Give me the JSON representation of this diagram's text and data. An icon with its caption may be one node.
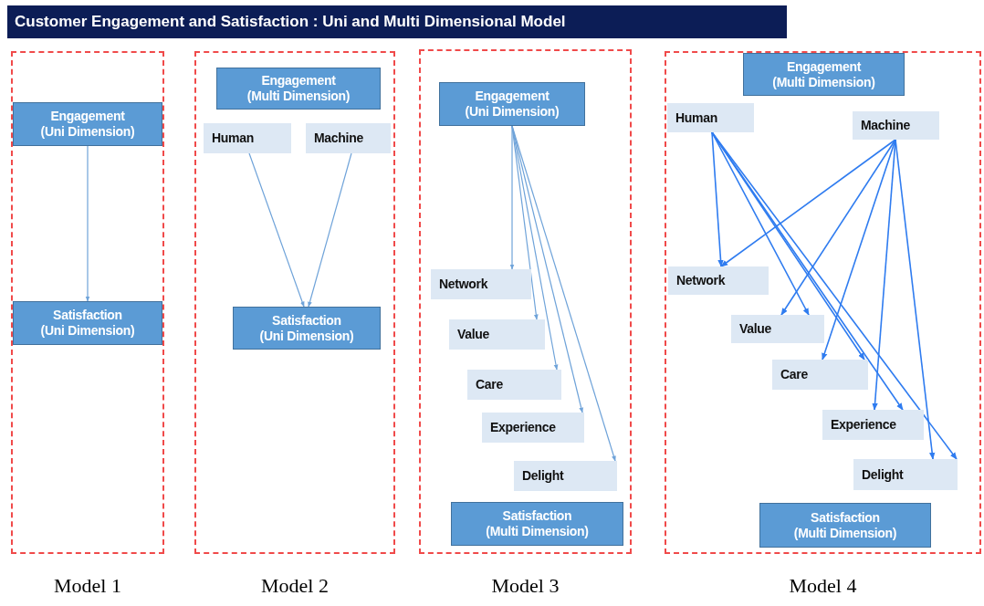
{
  "diagram": {
    "title": "Customer Engagement and Satisfaction : Uni and Multi Dimensional Model",
    "nodes": [
      {
        "text": [
          "Model 1"
        ]
      },
      {
        "text": [
          "Engagement (Uni Dimension)"
        ],
        "in": 0
      },
      {
        "text": [
          "Satisfaction (Uni Dimension)"
        ],
        "in": 0
      },
      {
        "text": [
          "Model 2"
        ]
      },
      {
        "text": [
          "Engagement (Multi Dimension)"
        ],
        "in": 3
      },
      {
        "text": [
          "Human"
        ],
        "in": 3
      },
      {
        "text": [
          "Machine"
        ],
        "in": 3
      },
      {
        "text": [
          "Satisfaction (Uni Dimension)"
        ],
        "in": 3
      },
      {
        "text": [
          "Model 3"
        ]
      },
      {
        "text": [
          "Engagement (Uni Dimension)"
        ],
        "in": 8
      },
      {
        "text": [
          "Network"
        ],
        "in": 8
      },
      {
        "text": [
          "Value"
        ],
        "in": 8
      },
      {
        "text": [
          "Care"
        ],
        "in": 8
      },
      {
        "text": [
          "Experience"
        ],
        "in": 8
      },
      {
        "text": [
          "Delight"
        ],
        "in": 8
      },
      {
        "text": [
          "Satisfaction (Multi Dimension)"
        ],
        "in": 8
      },
      {
        "text": [
          "Model 4"
        ]
      },
      {
        "text": [
          "Engagement (Multi Dimension)"
        ],
        "in": 16
      },
      {
        "text": [
          "Human"
        ],
        "in": 16
      },
      {
        "text": [
          "Machine"
        ],
        "in": 16
      },
      {
        "text": [
          "Network"
        ],
        "in": 16
      },
      {
        "text": [
          "Value"
        ],
        "in": 16
      },
      {
        "text": [
          "Care"
        ],
        "in": 16
      },
      {
        "text": [
          "Experience"
        ],
        "in": 16
      },
      {
        "text": [
          "Delight"
        ],
        "in": 16
      },
      {
        "text": [
          "Satisfaction (Multi Dimension)"
        ],
        "in": 16
      }
    ],
    "edges": [
      {
        "from": 1,
        "to": 2,
        "arrow": "to",
        "color": "#6fa3d9"
      },
      {
        "from": 5,
        "to": 7,
        "arrow": "to",
        "color": "#6fa3d9"
      },
      {
        "from": 6,
        "to": 7,
        "arrow": "to",
        "color": "#6fa3d9"
      },
      {
        "from": 9,
        "to": 10,
        "arrow": "to",
        "color": "#6fa3d9"
      },
      {
        "from": 9,
        "to": 11,
        "arrow": "to",
        "color": "#6fa3d9"
      },
      {
        "from": 9,
        "to": 12,
        "arrow": "to",
        "color": "#6fa3d9"
      },
      {
        "from": 9,
        "to": 13,
        "arrow": "to",
        "color": "#6fa3d9"
      },
      {
        "from": 9,
        "to": 14,
        "arrow": "to",
        "color": "#6fa3d9"
      },
      {
        "from": 18,
        "to": 20,
        "arrow": "to"
      },
      {
        "from": 18,
        "to": 21,
        "arrow": "to"
      },
      {
        "from": 18,
        "to": 22,
        "arrow": "to"
      },
      {
        "from": 18,
        "to": 23,
        "arrow": "to"
      },
      {
        "from": 18,
        "to": 24,
        "arrow": "to"
      },
      {
        "from": 19,
        "to": 20,
        "arrow": "to"
      },
      {
        "from": 19,
        "to": 21,
        "arrow": "to"
      },
      {
        "from": 19,
        "to": 22,
        "arrow": "to"
      },
      {
        "from": 19,
        "to": 23,
        "arrow": "to"
      },
      {
        "from": 19,
        "to": 24,
        "arrow": "to"
      }
    ]
  }
}
